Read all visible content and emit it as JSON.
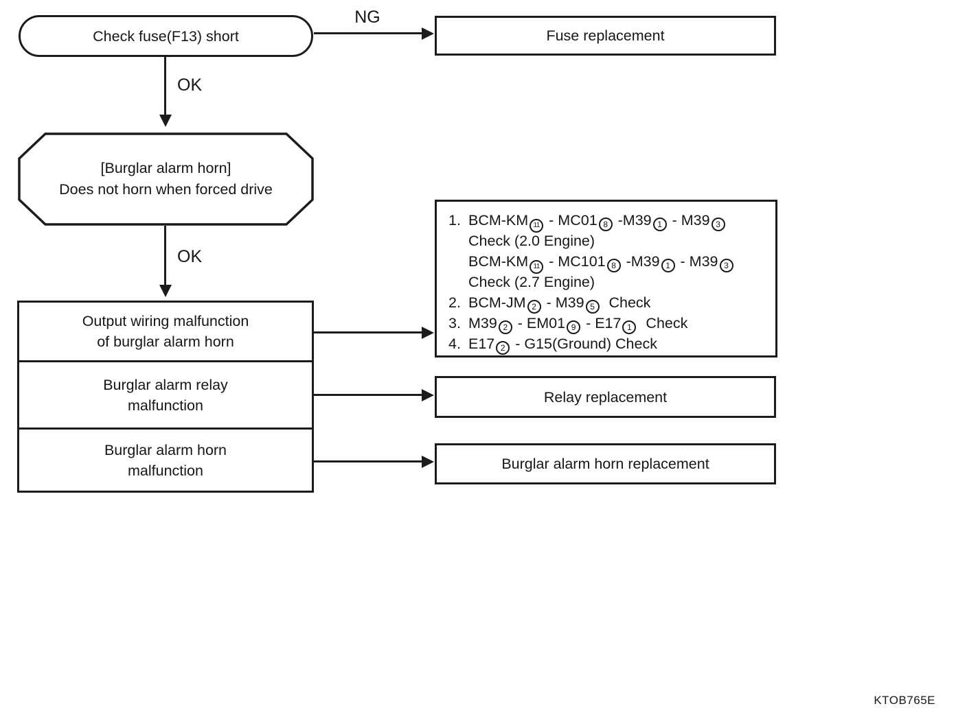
{
  "flowchart": {
    "start": {
      "label": "Check fuse(F13) short"
    },
    "edges": {
      "ng": "NG",
      "ok1": "OK",
      "ok2": "OK"
    },
    "fuse_replacement": {
      "label": "Fuse replacement"
    },
    "condition": {
      "line1": "[Burglar alarm horn]",
      "line2": "Does not horn when forced drive"
    },
    "causes": [
      {
        "line1": "Output wiring malfunction",
        "line2": "of burglar alarm horn"
      },
      {
        "line1": "Burglar alarm relay",
        "line2": "malfunction"
      },
      {
        "line1": "Burglar alarm horn",
        "line2": "malfunction"
      }
    ],
    "checks": {
      "lines": [
        {
          "num": "1.",
          "body": "BCM-KM{11} - MC01{8} -M39{1} - M39{3}"
        },
        {
          "num": "",
          "body": "Check (2.0 Engine)"
        },
        {
          "num": "",
          "body": "BCM-KM{11} - MC101{8} -M39{1} - M39{3}"
        },
        {
          "num": "",
          "body": "Check (2.7 Engine)"
        },
        {
          "num": "2.",
          "body": "BCM-JM{2} - M39{5}  Check"
        },
        {
          "num": "3.",
          "body": "M39{2} - EM01{9} - E17{1}  Check"
        },
        {
          "num": "4.",
          "body": "E17{2} - G15(Ground) Check"
        }
      ]
    },
    "relay_replacement": {
      "label": "Relay replacement"
    },
    "horn_replacement": {
      "label": "Burglar alarm horn replacement"
    },
    "figure_code": "KTOB765E",
    "ink_color": "#1b1b1b",
    "background_color": "#ffffff"
  }
}
